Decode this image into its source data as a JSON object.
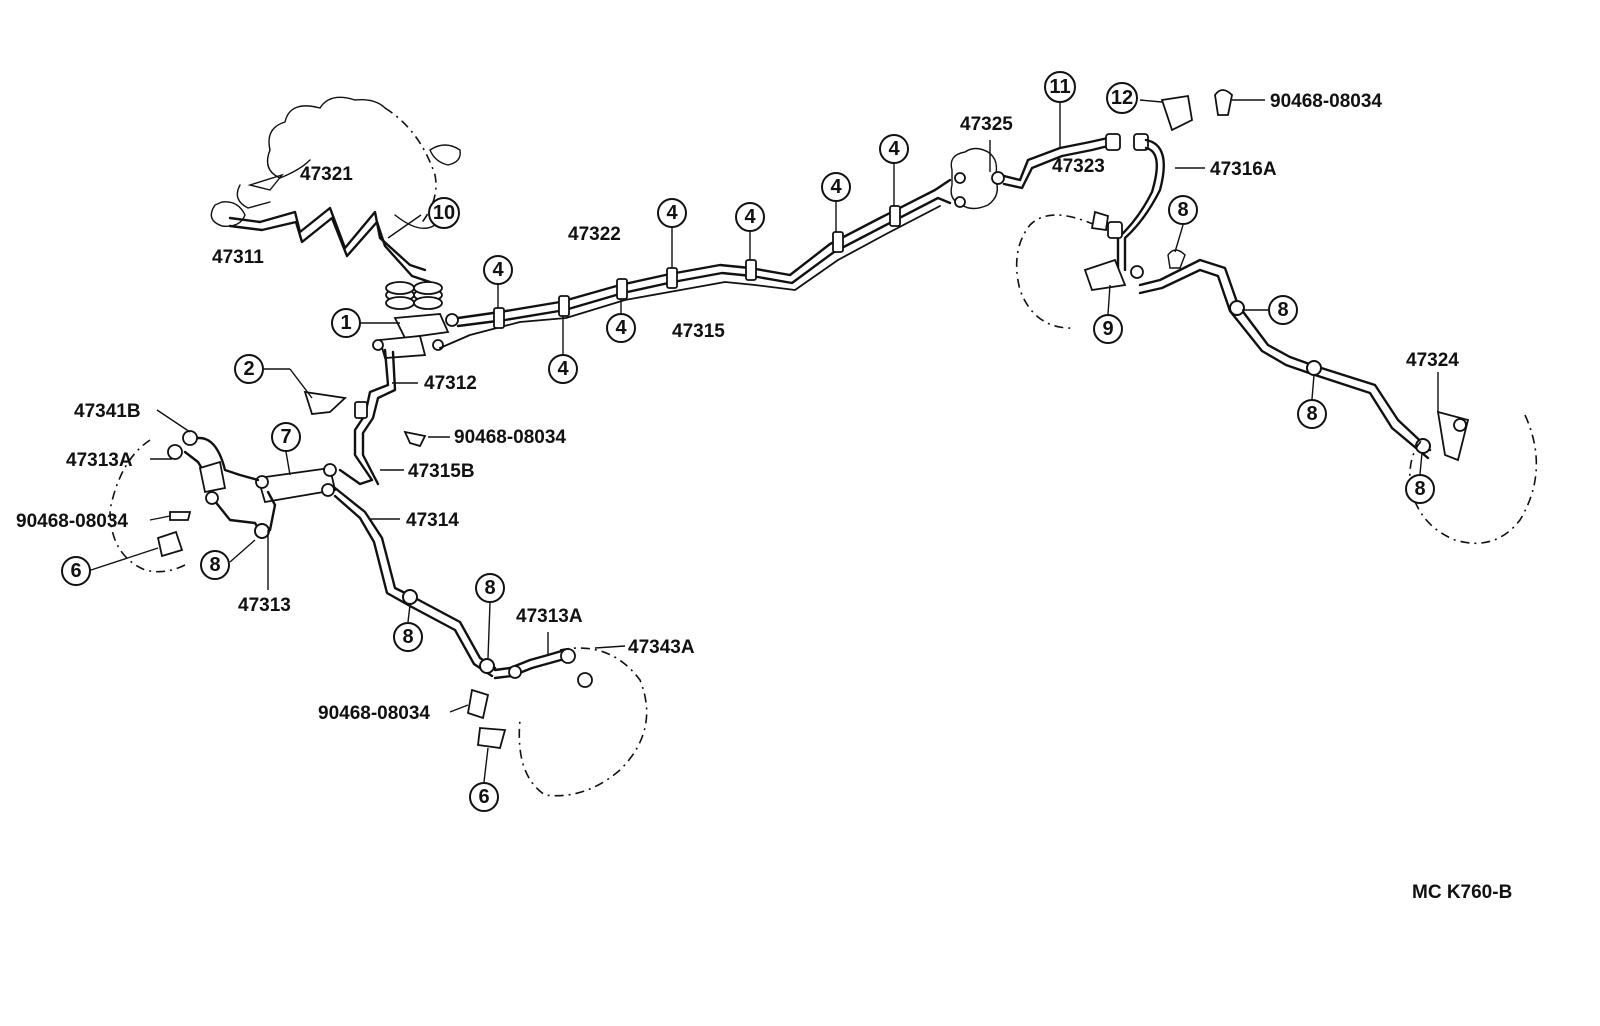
{
  "diagram_code": "MC K760-B",
  "part_labels": [
    {
      "key": "47321",
      "text": "47321"
    },
    {
      "key": "47311",
      "text": "47311"
    },
    {
      "key": "47322",
      "text": "47322"
    },
    {
      "key": "47315",
      "text": "47315"
    },
    {
      "key": "47312",
      "text": "47312"
    },
    {
      "key": "90468_a",
      "text": "90468-08034"
    },
    {
      "key": "47341B",
      "text": "47341B"
    },
    {
      "key": "47313A_left",
      "text": "47313A"
    },
    {
      "key": "90468_b",
      "text": "90468-08034"
    },
    {
      "key": "47315B",
      "text": "47315B"
    },
    {
      "key": "47314",
      "text": "47314"
    },
    {
      "key": "47313",
      "text": "47313"
    },
    {
      "key": "47313A_mid",
      "text": "47313A"
    },
    {
      "key": "47343A",
      "text": "47343A"
    },
    {
      "key": "90468_c",
      "text": "90468-08034"
    },
    {
      "key": "47325",
      "text": "47325"
    },
    {
      "key": "47323",
      "text": "47323"
    },
    {
      "key": "47316A",
      "text": "47316A"
    },
    {
      "key": "90468_d",
      "text": "90468-08034"
    },
    {
      "key": "47324",
      "text": "47324"
    }
  ],
  "callouts": [
    {
      "key": "c1",
      "num": "1"
    },
    {
      "key": "c2",
      "num": "2"
    },
    {
      "key": "c4a",
      "num": "4"
    },
    {
      "key": "c4b",
      "num": "4"
    },
    {
      "key": "c4c",
      "num": "4"
    },
    {
      "key": "c4d",
      "num": "4"
    },
    {
      "key": "c4e",
      "num": "4"
    },
    {
      "key": "c4f",
      "num": "4"
    },
    {
      "key": "c4g",
      "num": "4"
    },
    {
      "key": "c6a",
      "num": "6"
    },
    {
      "key": "c6b",
      "num": "6"
    },
    {
      "key": "c7",
      "num": "7"
    },
    {
      "key": "c8a",
      "num": "8"
    },
    {
      "key": "c8b",
      "num": "8"
    },
    {
      "key": "c8c",
      "num": "8"
    },
    {
      "key": "c8d",
      "num": "8"
    },
    {
      "key": "c8e",
      "num": "8"
    },
    {
      "key": "c8f",
      "num": "8"
    },
    {
      "key": "c8g",
      "num": "8"
    },
    {
      "key": "c9",
      "num": "9"
    },
    {
      "key": "c10",
      "num": "10"
    },
    {
      "key": "c11",
      "num": "11"
    },
    {
      "key": "c12",
      "num": "12"
    }
  ]
}
